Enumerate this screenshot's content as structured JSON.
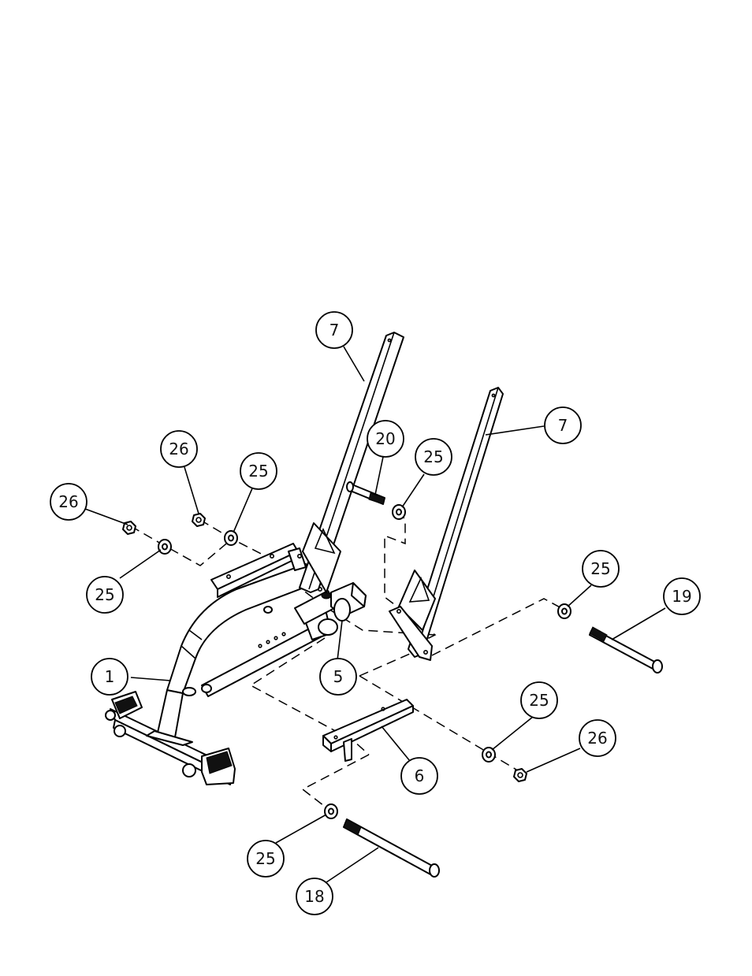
{
  "diagram": {
    "callouts": [
      {
        "id": "c7a",
        "label": "7"
      },
      {
        "id": "c7b",
        "label": "7"
      },
      {
        "id": "c20",
        "label": "20"
      },
      {
        "id": "c25a",
        "label": "25"
      },
      {
        "id": "c26a",
        "label": "26"
      },
      {
        "id": "c25b",
        "label": "25"
      },
      {
        "id": "c26b",
        "label": "26"
      },
      {
        "id": "c25c",
        "label": "25"
      },
      {
        "id": "c25d",
        "label": "25"
      },
      {
        "id": "c19",
        "label": "19"
      },
      {
        "id": "c1",
        "label": "1"
      },
      {
        "id": "c5",
        "label": "5"
      },
      {
        "id": "c25e",
        "label": "25"
      },
      {
        "id": "c26c",
        "label": "26"
      },
      {
        "id": "c6",
        "label": "6"
      },
      {
        "id": "c25f",
        "label": "25"
      },
      {
        "id": "c18",
        "label": "18"
      }
    ]
  }
}
